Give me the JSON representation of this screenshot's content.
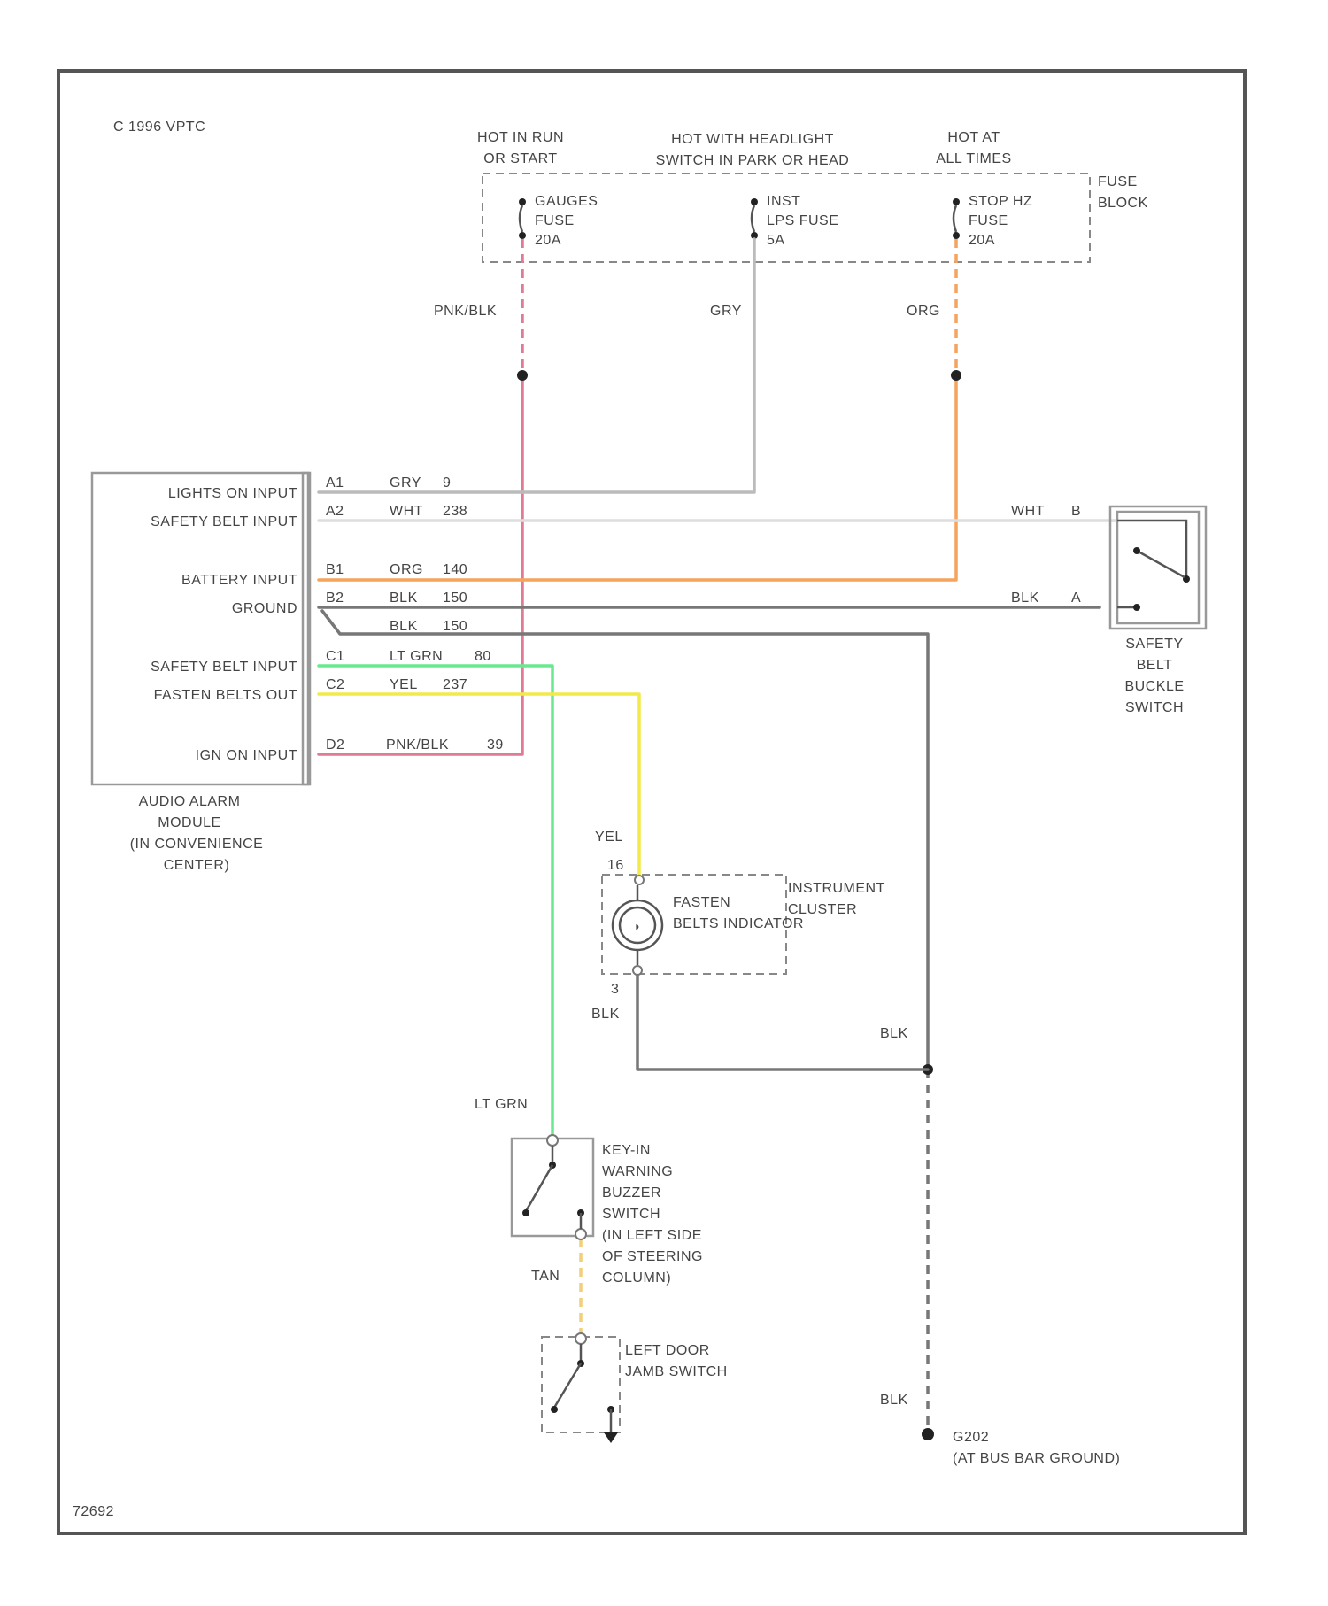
{
  "copyright": "C 1996 VPTC",
  "figure_code": "72692",
  "colors": {
    "pnk_blk": "#e07a95",
    "gry": "#bbbbbb",
    "org": "#f5a45c",
    "wht": "#dddddd",
    "blk": "#777777",
    "lt_grn": "#69e88f",
    "yel": "#f2ea48",
    "tan": "#f2cf7a"
  },
  "fuse_block": {
    "label": [
      "FUSE",
      "BLOCK"
    ],
    "feeds": {
      "run_start": [
        "HOT IN RUN",
        "OR START"
      ],
      "headlight": [
        "HOT WITH HEADLIGHT",
        "SWITCH IN PARK OR HEAD"
      ],
      "all_times": [
        "HOT AT",
        "ALL TIMES"
      ]
    },
    "fuses": {
      "gauges": [
        "GAUGES",
        "FUSE",
        "20A"
      ],
      "inst_lps": [
        "INST",
        "LPS FUSE",
        "5A"
      ],
      "stop_hz": [
        "STOP HZ",
        "FUSE",
        "20A"
      ]
    }
  },
  "module": {
    "name": [
      "AUDIO ALARM",
      "MODULE",
      "(IN CONVENIENCE",
      "CENTER)"
    ],
    "pins": {
      "a1": {
        "label": "LIGHTS ON INPUT",
        "pin": "A1",
        "color": "GRY",
        "circuit": "9"
      },
      "a2": {
        "label": "SAFETY BELT INPUT",
        "pin": "A2",
        "color": "WHT",
        "circuit": "238"
      },
      "b1": {
        "label": "BATTERY INPUT",
        "pin": "B1",
        "color": "ORG",
        "circuit": "140"
      },
      "b2": {
        "label": "GROUND",
        "pin": "B2",
        "color": "BLK",
        "circuit": "150"
      },
      "b2b": {
        "color": "BLK",
        "circuit": "150"
      },
      "c1": {
        "label": "SAFETY BELT INPUT",
        "pin": "C1",
        "color": "LT GRN",
        "circuit": "80"
      },
      "c2": {
        "label": "FASTEN BELTS OUT",
        "pin": "C2",
        "color": "YEL",
        "circuit": "237"
      },
      "d2": {
        "label": "IGN ON INPUT",
        "pin": "D2",
        "color": "PNK/BLK",
        "circuit": "39"
      }
    }
  },
  "wire_labels": {
    "pnk_blk": "PNK/BLK",
    "gry": "GRY",
    "org": "ORG",
    "wht_b": "WHT",
    "wht_b_pin": "B",
    "blk_a": "BLK",
    "blk_a_pin": "A",
    "yel": "YEL",
    "blk_ind": "BLK",
    "blk_right": "BLK",
    "lt_grn": "LT GRN",
    "tan": "TAN",
    "blk_ground": "BLK"
  },
  "safety_belt_switch": {
    "name": [
      "SAFETY",
      "BELT",
      "BUCKLE",
      "SWITCH"
    ]
  },
  "indicator": {
    "name": [
      "FASTEN",
      "BELTS INDICATOR"
    ],
    "cluster": [
      "INSTRUMENT",
      "CLUSTER"
    ],
    "pin_top": "16",
    "pin_bottom": "3"
  },
  "key_switch": {
    "name": [
      "KEY-IN",
      "WARNING",
      "BUZZER",
      "SWITCH",
      "(IN LEFT SIDE",
      "OF STEERING",
      "COLUMN)"
    ]
  },
  "door_switch": {
    "name": [
      "LEFT DOOR",
      "JAMB SWITCH"
    ]
  },
  "ground": {
    "name": [
      "G202",
      "(AT BUS BAR GROUND)"
    ]
  }
}
